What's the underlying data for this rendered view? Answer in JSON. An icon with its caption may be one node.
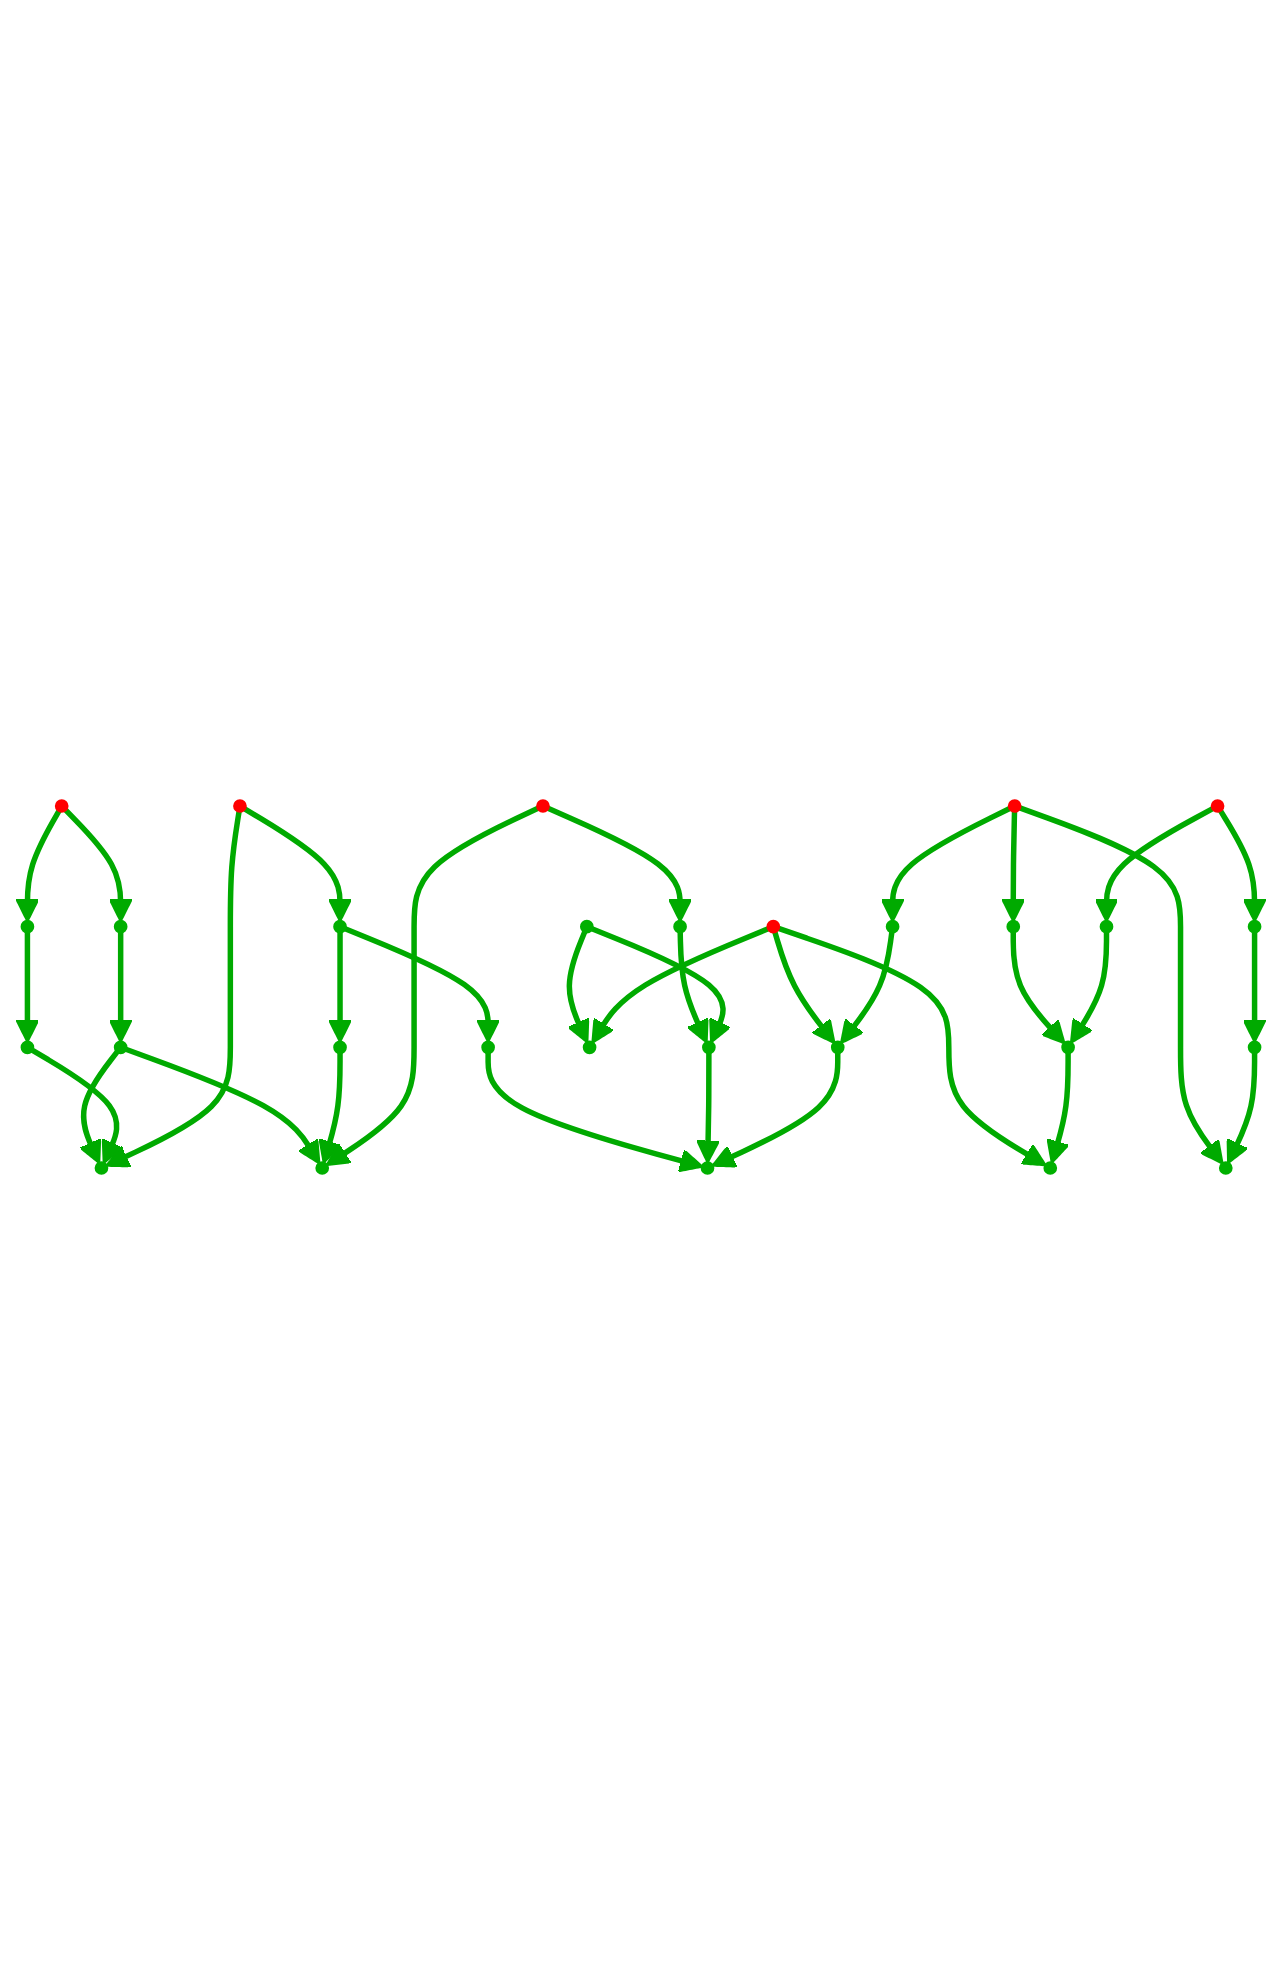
{
  "diagram": {
    "nodes": [
      {
        "text": [],
        "shape": "circle"
      },
      {
        "text": [],
        "shape": "circle"
      },
      {
        "text": [],
        "shape": "circle"
      },
      {
        "text": [],
        "shape": "circle"
      },
      {
        "text": [],
        "shape": "circle"
      },
      {
        "text": [],
        "shape": "circle"
      },
      {
        "text": [],
        "shape": "circle"
      },
      {
        "text": [],
        "shape": "circle"
      },
      {
        "text": [],
        "shape": "circle"
      },
      {
        "text": [],
        "shape": "circle"
      },
      {
        "text": [],
        "shape": "circle"
      },
      {
        "text": [],
        "shape": "circle"
      },
      {
        "text": [],
        "shape": "circle"
      },
      {
        "text": [],
        "shape": "circle"
      },
      {
        "text": [],
        "shape": "circle"
      },
      {
        "text": [],
        "shape": "circle"
      },
      {
        "text": [],
        "shape": "circle"
      },
      {
        "text": [],
        "shape": "circle"
      },
      {
        "text": [],
        "shape": "circle"
      },
      {
        "text": [],
        "shape": "circle"
      },
      {
        "text": [],
        "shape": "circle"
      },
      {
        "text": [],
        "shape": "circle"
      },
      {
        "text": [],
        "shape": "circle"
      },
      {
        "text": [],
        "shape": "circle"
      },
      {
        "text": [],
        "shape": "circle"
      },
      {
        "text": [],
        "shape": "circle"
      },
      {
        "text": [],
        "shape": "circle"
      },
      {
        "text": [],
        "shape": "circle"
      },
      {
        "text": [],
        "shape": "circle"
      }
    ],
    "edges": [
      {
        "from": 0,
        "to": 1,
        "arrow": "to"
      },
      {
        "from": 0,
        "to": 2,
        "arrow": "to"
      },
      {
        "from": 1,
        "to": 3,
        "arrow": "to"
      },
      {
        "from": 2,
        "to": 4,
        "arrow": "to"
      },
      {
        "from": 4,
        "to": 6,
        "arrow": "to"
      },
      {
        "from": 3,
        "to": 6,
        "arrow": "to"
      },
      {
        "from": 5,
        "to": 6,
        "arrow": "to"
      },
      {
        "from": 4,
        "to": 8,
        "arrow": "to"
      },
      {
        "from": 5,
        "to": 7,
        "arrow": "to"
      },
      {
        "from": 7,
        "to": 11,
        "arrow": "to"
      },
      {
        "from": 7,
        "to": 9,
        "arrow": "to"
      },
      {
        "from": 11,
        "to": 8,
        "arrow": "to"
      },
      {
        "from": 10,
        "to": 8,
        "arrow": "to"
      },
      {
        "from": 10,
        "to": 13,
        "arrow": "to"
      },
      {
        "from": 9,
        "to": 12,
        "arrow": "to"
      },
      {
        "from": 13,
        "to": 15,
        "arrow": "to"
      },
      {
        "from": 14,
        "to": 15,
        "arrow": "to"
      },
      {
        "from": 14,
        "to": 17,
        "arrow": "to"
      },
      {
        "from": 15,
        "to": 12,
        "arrow": "to"
      },
      {
        "from": 16,
        "to": 12,
        "arrow": "to"
      },
      {
        "from": 20,
        "to": 16,
        "arrow": "to"
      },
      {
        "from": 20,
        "to": 17,
        "arrow": "to"
      },
      {
        "from": 20,
        "to": 19,
        "arrow": "to"
      },
      {
        "from": 18,
        "to": 16,
        "arrow": "to"
      },
      {
        "from": 21,
        "to": 18,
        "arrow": "to"
      },
      {
        "from": 21,
        "to": 25,
        "arrow": "to"
      },
      {
        "from": 21,
        "to": 23,
        "arrow": "to"
      },
      {
        "from": 22,
        "to": 19,
        "arrow": "to"
      },
      {
        "from": 25,
        "to": 22,
        "arrow": "to"
      },
      {
        "from": 24,
        "to": 22,
        "arrow": "to"
      },
      {
        "from": 27,
        "to": 24,
        "arrow": "to"
      },
      {
        "from": 27,
        "to": 28,
        "arrow": "to"
      },
      {
        "from": 28,
        "to": 26,
        "arrow": "to"
      },
      {
        "from": 26,
        "to": 23,
        "arrow": "to"
      }
    ]
  }
}
